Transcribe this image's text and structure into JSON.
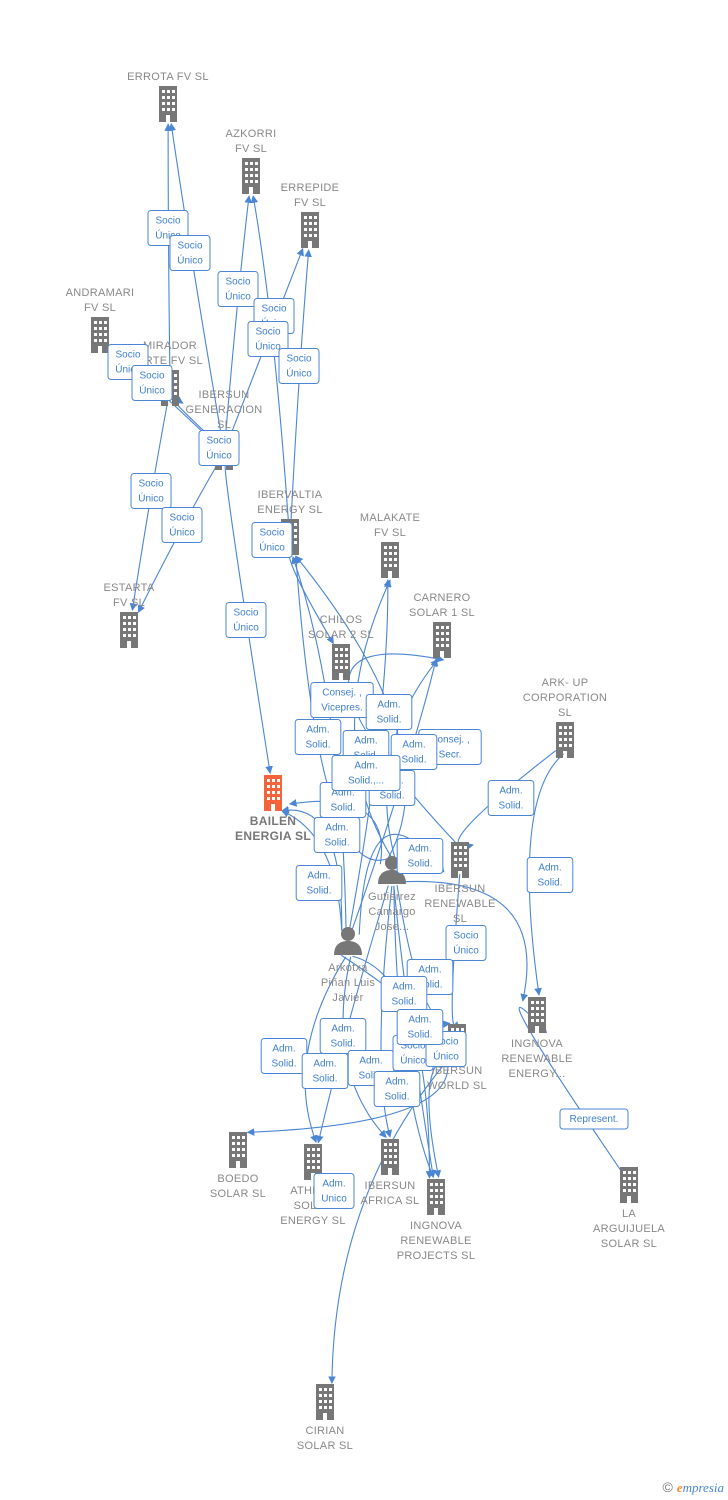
{
  "colors": {
    "edge": "#4a86d4",
    "company": "#777777",
    "focus_company": "#f4633a",
    "person": "#777777",
    "label_text": "#888888"
  },
  "nodes": [
    {
      "id": "errota",
      "type": "company",
      "lines": [
        "ERROTA FV  SL"
      ]
    },
    {
      "id": "azkorri",
      "type": "company",
      "lines": [
        "AZKORRI",
        "FV  SL"
      ]
    },
    {
      "id": "errepide",
      "type": "company",
      "lines": [
        "ERREPIDE",
        "FV  SL"
      ]
    },
    {
      "id": "andramari",
      "type": "company",
      "lines": [
        "ANDRAMARI",
        "FV  SL"
      ]
    },
    {
      "id": "mirador",
      "type": "company",
      "lines": [
        "MIRADOR",
        "ARTE FV  SL"
      ]
    },
    {
      "id": "ibersun_gen",
      "type": "company",
      "lines": [
        "IBERSUN",
        "GENERACION",
        "SL"
      ]
    },
    {
      "id": "estarta",
      "type": "company",
      "lines": [
        "ESTARTA",
        "FV  SL"
      ]
    },
    {
      "id": "ibervaltia",
      "type": "company",
      "lines": [
        "IBERVALTIA",
        "ENERGY  SL"
      ]
    },
    {
      "id": "malakate",
      "type": "company",
      "lines": [
        "MALAKATE",
        "FV  SL"
      ]
    },
    {
      "id": "carnero",
      "type": "company",
      "lines": [
        "CARNERO",
        "SOLAR 1  SL"
      ]
    },
    {
      "id": "chilos",
      "type": "company",
      "lines": [
        "CHILOS",
        "SOLAR 2  SL"
      ]
    },
    {
      "id": "arkup",
      "type": "company",
      "lines": [
        "ARK- UP",
        "CORPORATION",
        "SL"
      ]
    },
    {
      "id": "bailen",
      "type": "focus",
      "lines": [
        "BAILEN",
        "ENERGIA  SL"
      ]
    },
    {
      "id": "ibersun_ren",
      "type": "company",
      "lines": [
        "IBERSUN",
        "RENEWABLE",
        "SL"
      ]
    },
    {
      "id": "gutierrez",
      "type": "person",
      "lines": [
        "Gutierrez",
        "Camargo",
        "Jose..."
      ]
    },
    {
      "id": "arkotxa",
      "type": "person",
      "lines": [
        "Arkotxa",
        "Piñan Luis",
        "Javier"
      ]
    },
    {
      "id": "ingnova_energy",
      "type": "company",
      "lines": [
        "INGNOVA",
        "RENEWABLE",
        "ENERGY..."
      ]
    },
    {
      "id": "ibersun_world",
      "type": "company",
      "lines": [
        "IBERSUN",
        "WORLD  SL"
      ]
    },
    {
      "id": "boedo",
      "type": "company",
      "lines": [
        "BOEDO",
        "SOLAR  SL"
      ]
    },
    {
      "id": "athena",
      "type": "company",
      "lines": [
        "ATHENA",
        "SOLAR",
        "ENERGY  SL"
      ]
    },
    {
      "id": "ibersun_africa",
      "type": "company",
      "lines": [
        "IBERSUN",
        "AFRICA  SL"
      ]
    },
    {
      "id": "ingnova_projects",
      "type": "company",
      "lines": [
        "INGNOVA",
        "RENEWABLE",
        "PROJECTS  SL"
      ]
    },
    {
      "id": "arguijuela",
      "type": "company",
      "lines": [
        "LA",
        "ARGUIJUELA",
        "SOLAR  SL"
      ]
    },
    {
      "id": "cirian",
      "type": "company",
      "lines": [
        "CIRIAN",
        "SOLAR  SL"
      ]
    }
  ],
  "edges": [
    {
      "from": "mirador",
      "to": "errota",
      "label": [
        "Socio",
        "Único"
      ]
    },
    {
      "from": "ibersun_gen",
      "to": "errota",
      "label": [
        "Socio",
        "Único"
      ]
    },
    {
      "from": "ibersun_gen",
      "to": "azkorri",
      "label": [
        "Socio",
        "Único"
      ]
    },
    {
      "from": "ibervaltia",
      "to": "azkorri",
      "label": [
        "Socio",
        "Único"
      ]
    },
    {
      "from": "ibersun_gen",
      "to": "errepide",
      "label": [
        "Socio",
        "Único"
      ]
    },
    {
      "from": "ibervaltia",
      "to": "errepide",
      "label": [
        "Socio",
        "Único"
      ]
    },
    {
      "from": "ibersun_gen",
      "to": "andramari",
      "label": [
        "Socio",
        "Único"
      ]
    },
    {
      "from": "ibersun_gen",
      "to": "mirador",
      "label": [
        "Socio",
        "Único"
      ]
    },
    {
      "from": "mirador",
      "to": "estarta",
      "label": [
        "Socio",
        "Único"
      ]
    },
    {
      "from": "ibersun_gen",
      "to": "estarta",
      "label": [
        "Socio",
        "Único"
      ]
    },
    {
      "from": "ibersun_gen",
      "to": "bailen",
      "label": [
        "Socio",
        "Único"
      ]
    },
    {
      "from": "ibervaltia",
      "to": "chilos",
      "label": [
        "Socio",
        "Único"
      ]
    },
    {
      "from": "ibersun_ren",
      "to": "carnero",
      "label": [
        "Socio",
        "Único"
      ]
    },
    {
      "from": "gutierrez",
      "to": "ibervaltia",
      "label": [
        "Consej. ,",
        "Secr."
      ]
    },
    {
      "from": "arkotxa",
      "to": "ibervaltia",
      "label": [
        "Consej. ,",
        "Vicepres."
      ]
    },
    {
      "from": "gutierrez",
      "to": "malakate",
      "label": [
        "Adm.",
        "Solid."
      ]
    },
    {
      "from": "arkotxa",
      "to": "malakate",
      "label": [
        "Adm.",
        "Solid."
      ]
    },
    {
      "from": "gutierrez",
      "to": "carnero",
      "label": [
        "Adm.",
        "Solid."
      ]
    },
    {
      "from": "arkotxa",
      "to": "carnero",
      "label": [
        "Adm.",
        "Solid."
      ]
    },
    {
      "from": "gutierrez",
      "to": "bailen",
      "label": [
        "Adm.",
        "Solid."
      ]
    },
    {
      "from": "arkotxa",
      "to": "bailen",
      "label": [
        "Adm.",
        "Solid."
      ]
    },
    {
      "from": "arkotxa",
      "to": "bailen",
      "label": [
        "Adm.",
        "Solid."
      ]
    },
    {
      "from": "gutierrez",
      "to": "ibervaltia",
      "label": [
        "Adm.",
        "Solid."
      ]
    },
    {
      "from": "arkotxa",
      "to": "ibersun_ren",
      "label": [
        "Adm.",
        "Solid.,..."
      ]
    },
    {
      "from": "arkup",
      "to": "ibersun_ren",
      "label": [
        "Adm.",
        "Solid."
      ]
    },
    {
      "from": "arkup",
      "to": "ingnova_energy",
      "label": [
        "Adm.",
        "Solid."
      ]
    },
    {
      "from": "gutierrez",
      "to": "ingnova_energy",
      "label": [
        "Adm.",
        "Solid."
      ]
    },
    {
      "from": "arguijuela",
      "to": "ingnova_energy",
      "label": [
        "Socio",
        "Único"
      ]
    },
    {
      "from": "arkotxa",
      "to": "boedo",
      "label": [
        "Represent."
      ]
    },
    {
      "from": "arkotxa",
      "to": "athena",
      "label": [
        "Adm.",
        "Solid."
      ]
    },
    {
      "from": "gutierrez",
      "to": "athena",
      "label": [
        "Adm.",
        "Solid."
      ]
    },
    {
      "from": "arkotxa",
      "to": "ibersun_africa",
      "label": [
        "Adm.",
        "Solid."
      ]
    },
    {
      "from": "gutierrez",
      "to": "ibersun_africa",
      "label": [
        "Adm.",
        "Solid."
      ]
    },
    {
      "from": "gutierrez",
      "to": "ingnova_projects",
      "label": [
        "Adm.",
        "Solid."
      ]
    },
    {
      "from": "arkotxa",
      "to": "ingnova_projects",
      "label": [
        "Adm.",
        "Solid."
      ]
    },
    {
      "from": "gutierrez",
      "to": "ingnova_projects",
      "label": [
        "Adm.",
        "Solid."
      ]
    },
    {
      "from": "ibersun_world",
      "to": "ingnova_projects",
      "label": [
        "Socio",
        "Único"
      ]
    },
    {
      "from": "ibersun_ren",
      "to": "ibersun_world",
      "label": [
        "Socio",
        "Único"
      ]
    },
    {
      "from": "ibersun_world",
      "to": "cirian",
      "label": [
        "Adm.",
        "Unico"
      ]
    },
    {
      "from": "gutierrez",
      "to": "ibersun_world",
      "label": [
        "Adm.",
        "Solid."
      ]
    }
  ],
  "brand": {
    "copyright": "©",
    "first_letter": "e",
    "rest": "mpresia"
  }
}
